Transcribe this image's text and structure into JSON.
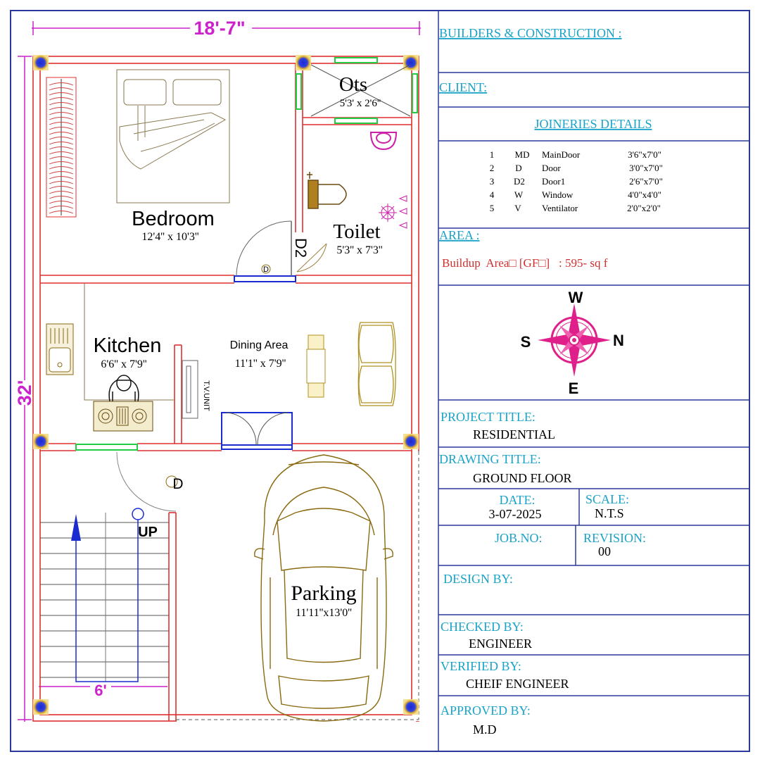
{
  "dimensions": {
    "width_label": "18'-7\"",
    "height_label": "32'",
    "stair_width_label": "6'"
  },
  "rooms": {
    "ots": {
      "name": "Ots",
      "size": "5'3' x 2'6''"
    },
    "bedroom": {
      "name": "Bedroom",
      "size": "12'4'' x 10'3''"
    },
    "toilet": {
      "name": "Toilet",
      "size": "5'3'' x 7'3''"
    },
    "kitchen": {
      "name": "Kitchen",
      "size": "6'6'' x 7'9''"
    },
    "dining": {
      "name": "Dining Area",
      "size": "11'1'' x 7'9''"
    },
    "parking": {
      "name": "Parking",
      "size": "11'11''x13'0''"
    },
    "tv_unit": "T.V.UNIT"
  },
  "door_tags": {
    "door": "D",
    "door2": "D2"
  },
  "stairs": {
    "up_label": "UP"
  },
  "compass": {
    "north": "N",
    "south": "S",
    "east": "E",
    "west": "W"
  },
  "title_block": {
    "builders_label": "BUILDERS & CONSTRUCTION :",
    "client_label": "CLIENT:",
    "joineries_heading": "JOINERIES DETAILS",
    "joineries": [
      {
        "no": "1",
        "code": "MD",
        "name": "MainDoor",
        "size": "3'6\"x7'0\""
      },
      {
        "no": "2",
        "code": "D",
        "name": "Door",
        "size": "3'0\"x7'0\""
      },
      {
        "no": "3",
        "code": "D2",
        "name": "Door1",
        "size": "2'6\"x7'0\""
      },
      {
        "no": "4",
        "code": "W",
        "name": "Window",
        "size": "4'0\"x4'0\""
      },
      {
        "no": "5",
        "code": "V",
        "name": "Ventilator",
        "size": "2'0\"x2'0\""
      }
    ],
    "area_label": "AREA :",
    "area_value": "Buildup  Area□ [GF□]   : 595- sq f",
    "project_title_label": "PROJECT TITLE:",
    "project_title": "RESIDENTIAL",
    "drawing_title_label": "DRAWING TITLE:",
    "drawing_title": "GROUND FLOOR",
    "date_label": "DATE:",
    "date": "3-07-2025",
    "scale_label": "SCALE:",
    "scale": "N.T.S",
    "job_no_label": "JOB.NO:",
    "revision_label": "REVISION:",
    "revision": "00",
    "design_by_label": "DESIGN BY:",
    "checked_by_label": "CHECKED BY:",
    "checked_by": "ENGINEER",
    "verified_by_label": "VERIFIED BY:",
    "verified_by": "CHEIF ENGINEER",
    "approved_by_label": "APPROVED BY:",
    "approved_by": "M.D"
  },
  "colors": {
    "wall": "#e03030",
    "border": "#2b3a9a",
    "dimension": "#cc22cc",
    "label_cyan": "#1aa3c9",
    "furniture": "#8a6a10",
    "window": "#22cc44",
    "compass": "#e0208a"
  }
}
